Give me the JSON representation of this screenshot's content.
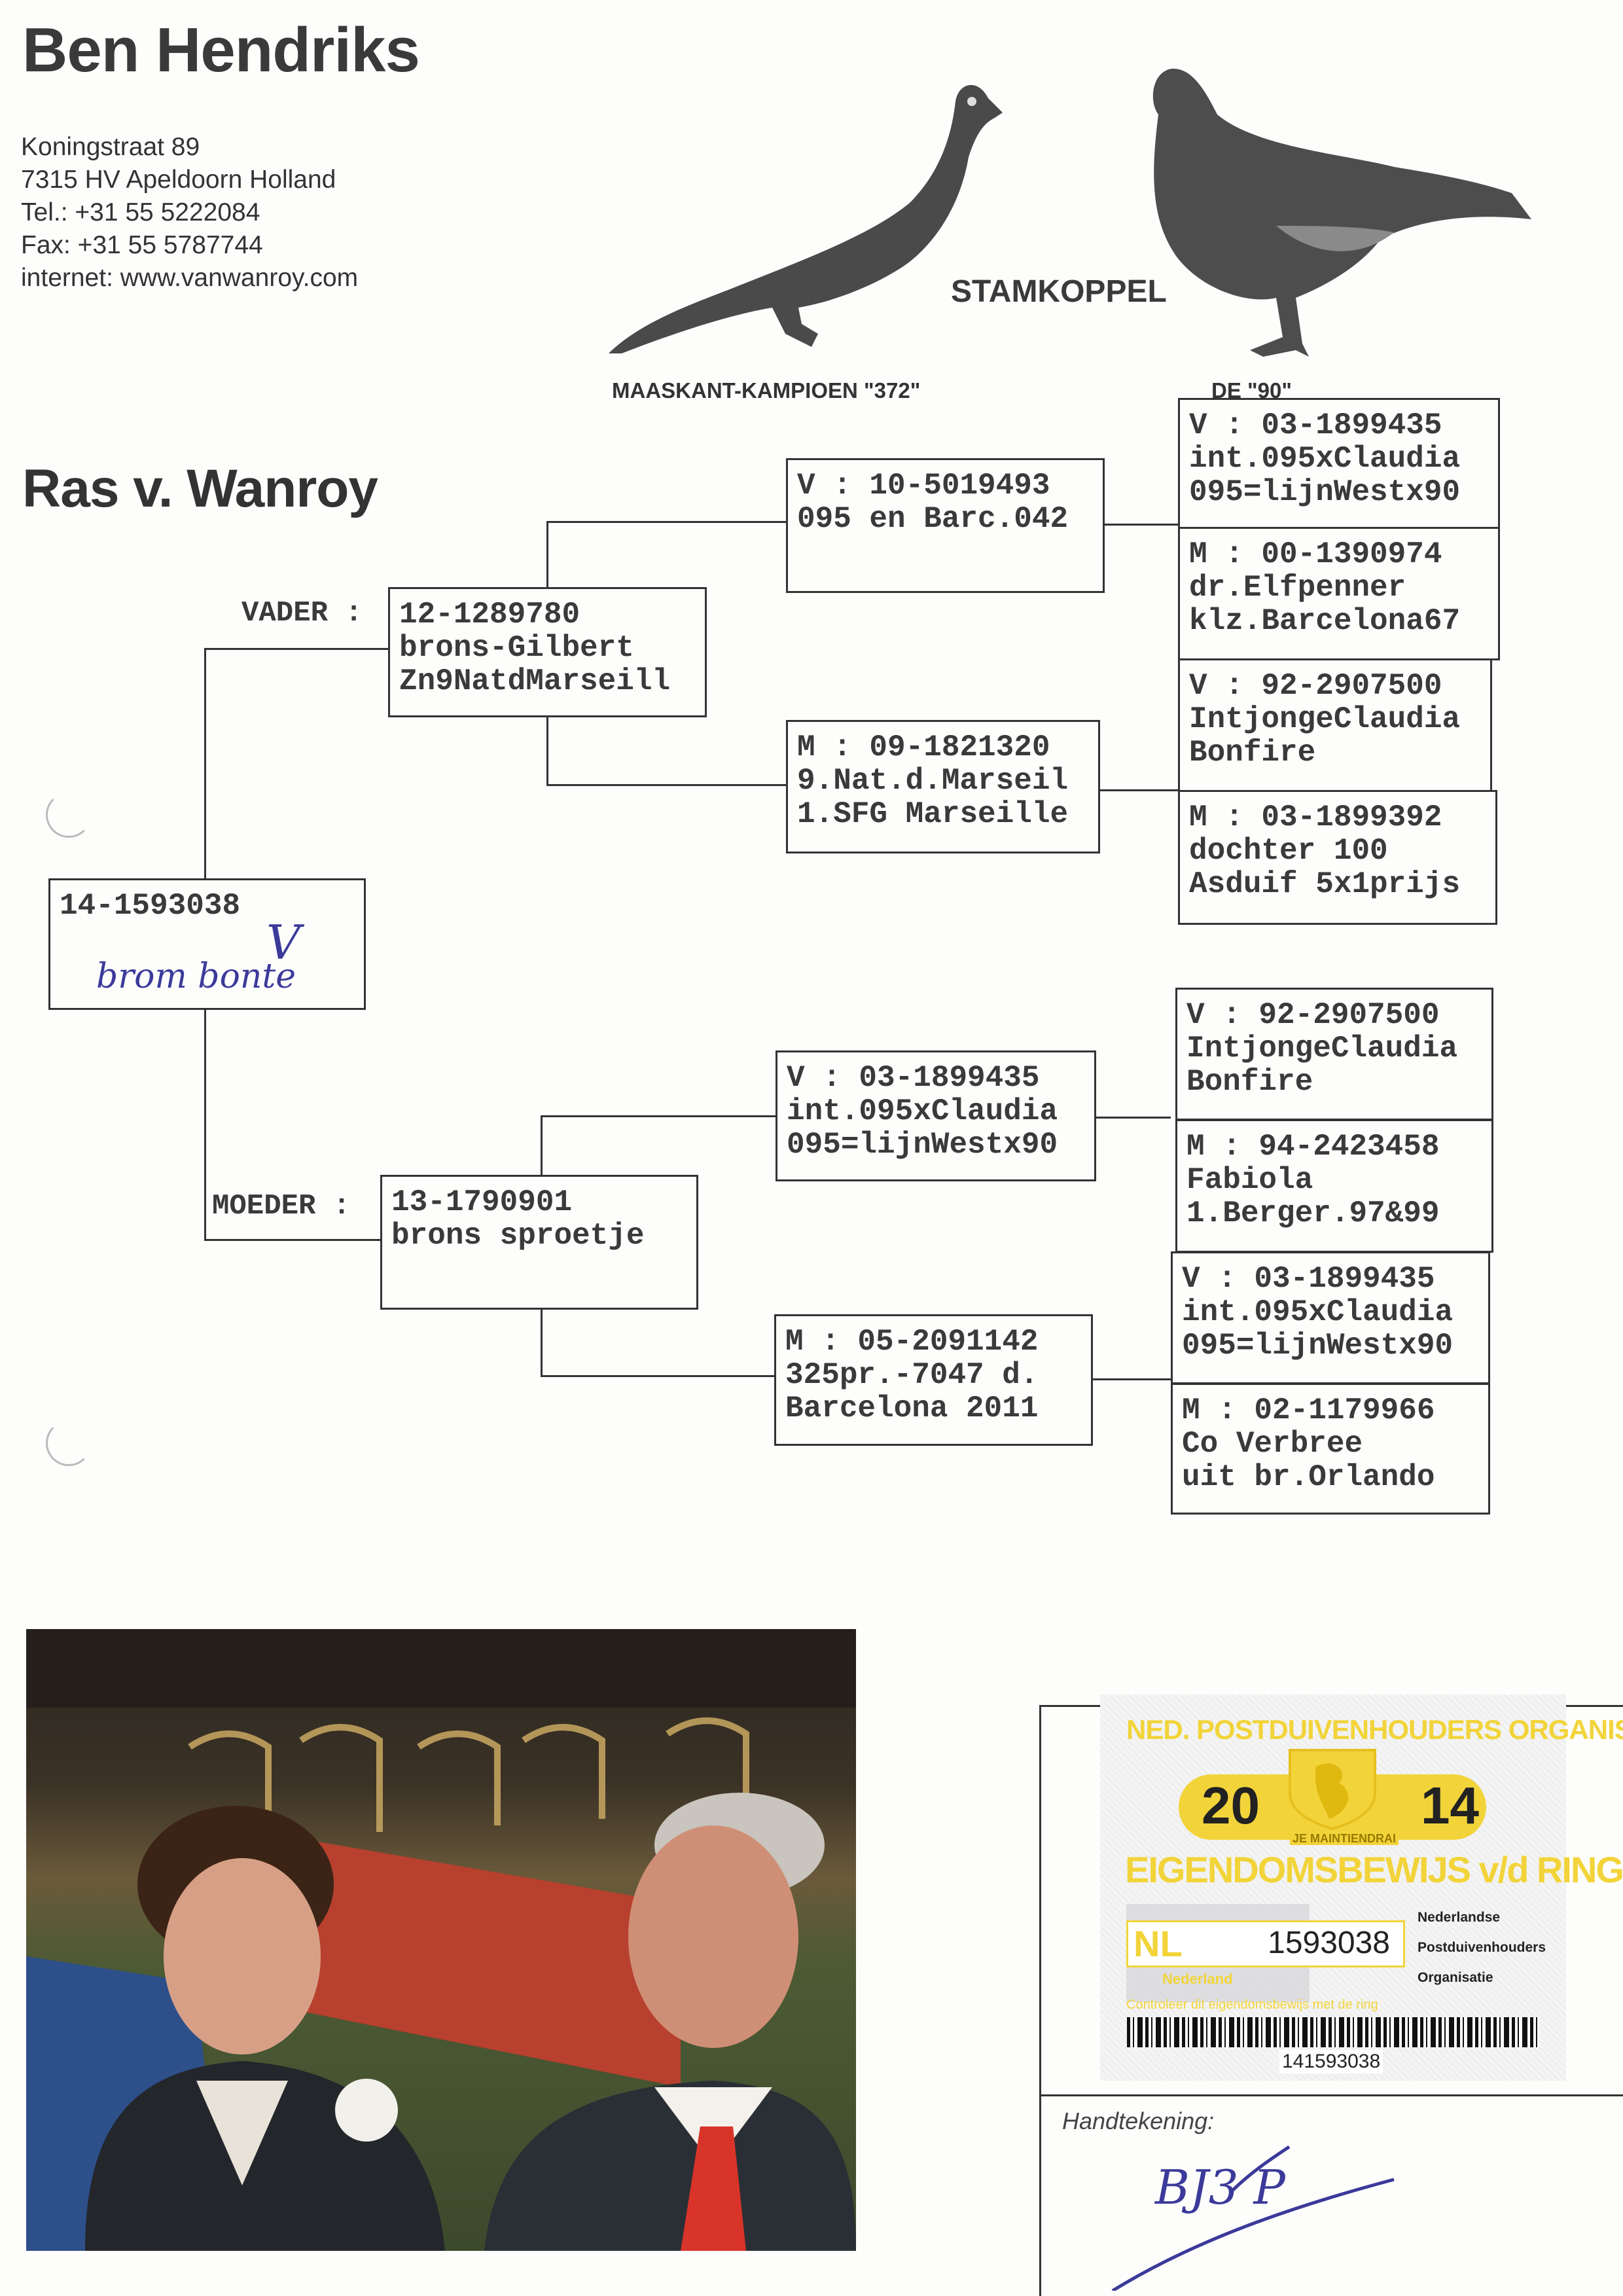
{
  "header": {
    "name": "Ben Hendriks",
    "address": [
      "Koningstraat 89",
      "7315 HV Apeldoorn Holland",
      "Tel.: +31 55 5222084",
      "Fax: +31 55 5787744",
      "internet: www.vanwanroy.com"
    ],
    "stamkoppel": "STAMKOPPEL",
    "left_pigeon_caption": "MAASKANT-KAMPIOEN \"372\"",
    "right_pigeon_caption": "DE \"90\""
  },
  "strain_title": "Ras v. Wanroy",
  "pedigree": {
    "subject": {
      "lines": [
        "14-1593038"
      ],
      "handwritten": "brom bonte",
      "handwritten_mark": "V"
    },
    "father_label": "VADER :",
    "mother_label": "MOEDER :",
    "father": {
      "lines": [
        "12-1289780",
        "brons-Gilbert",
        "Zn9NatdMarseill"
      ]
    },
    "mother": {
      "lines": [
        "13-1790901",
        "brons sproetje"
      ]
    },
    "ff": {
      "lines": [
        "V : 10-5019493",
        "095 en Barc.042"
      ]
    },
    "fm": {
      "lines": [
        "M : 09-1821320",
        "9.Nat.d.Marseil",
        "1.SFG Marseille"
      ]
    },
    "mf": {
      "lines": [
        "V : 03-1899435",
        "int.095xClaudia",
        "095=lijnWestx90"
      ]
    },
    "mm": {
      "lines": [
        "M : 05-2091142",
        "325pr.-7047 d.",
        "Barcelona 2011"
      ]
    },
    "fff": {
      "lines": [
        "V : 03-1899435",
        "int.095xClaudia",
        "095=lijnWestx90"
      ]
    },
    "ffm": {
      "lines": [
        "M : 00-1390974",
        "dr.Elfpenner",
        "klz.Barcelona67"
      ]
    },
    "fmf": {
      "lines": [
        "V : 92-2907500",
        "IntjongeClaudia",
        "Bonfire"
      ]
    },
    "fmm": {
      "lines": [
        "M : 03-1899392",
        "dochter 100",
        "Asduif 5x1prijs"
      ]
    },
    "mff": {
      "lines": [
        "V : 92-2907500",
        "IntjongeClaudia",
        "Bonfire"
      ]
    },
    "mfm": {
      "lines": [
        "M : 94-2423458",
        "Fabiola",
        "1.Berger.97&99"
      ]
    },
    "mmf": {
      "lines": [
        "V : 03-1899435",
        "int.095xClaudia",
        "095=lijnWestx90"
      ]
    },
    "mmm": {
      "lines": [
        "M : 02-1179966",
        "Co Verbree",
        "uit br.Orlando"
      ]
    }
  },
  "certificate": {
    "org": "NED. POSTDUIVENHOUDERS ORGANISATIE",
    "year_left": "20",
    "year_right": "14",
    "motto": "JE MAINTIENDRAI",
    "title": "EIGENDOMSBEWIJS v/d RING",
    "country": "NL",
    "ring_number": "1593038",
    "map_label": "Nederland",
    "npo": [
      "Nederlandse",
      "Postduivenhouders",
      "Organisatie"
    ],
    "check_text": "Controleer dit eigendomsbewijs met de ring",
    "barcode_number": "141593038"
  },
  "signature": {
    "label": "Handtekening:",
    "text": "BJ3 P"
  },
  "colors": {
    "ink": "#333333",
    "pen": "#3b3a9a",
    "npo_yellow": "#f2d43a"
  }
}
